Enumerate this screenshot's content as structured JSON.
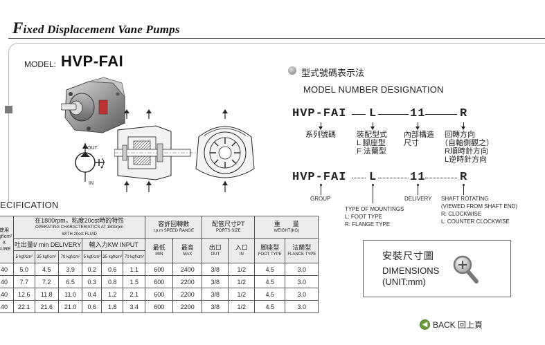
{
  "header": {
    "title_cap": "F",
    "title_rest": "ixed Displacement Vane Pumps"
  },
  "model": {
    "label": "MODEL:",
    "name": "HVP-FAI"
  },
  "designation": {
    "heading_zh": "型式號碼表示法",
    "heading_en": "MODEL NUMBER DESIGNATION",
    "code1": {
      "series": "HVP-FAI",
      "mount": "L",
      "size": "11",
      "rot": "R"
    },
    "labels_zh": {
      "series": "系列號碼",
      "mount": [
        "裝配型式",
        "L  腳座型",
        "F  法蘭型"
      ],
      "size": [
        "內部構造",
        "尺寸"
      ],
      "rot": [
        "回轉方向",
        "（自軸側觀之）",
        "R順時針方向",
        "L逆時針方向"
      ]
    },
    "code2": {
      "series": "HVP-FAI",
      "mount": "L",
      "size": "11",
      "rot": "R"
    },
    "labels_en": {
      "group": "GROUP",
      "mount": [
        "TYPE OF MOUNTINGS",
        "L: FOOT TYPE",
        "R: FLANGE TYPE"
      ],
      "delivery": "DELIVERY",
      "rot": [
        "SHAFT ROTATING",
        "(VIEWED FROM SHAFT END)",
        "R: CLOCKWISE",
        "L: COUNTER CLOCKWISE"
      ]
    }
  },
  "diagram_labels": {
    "out": "OUT",
    "in": "IN"
  },
  "spec": {
    "title": "ECIFICATION",
    "header": {
      "col0": [
        "使用",
        "kgf/cm²",
        "X",
        "SURE"
      ],
      "char_zh": "在1800rpm，粘度20cst時的特性",
      "char_en1": "OPERATING CHARACTERISTICS AT 1800rpm",
      "char_en2": "WITH 20cst FLUID",
      "delivery": "吐出量ℓ/ min  DELIVERY",
      "input": "輸入力KW   INPUT",
      "speed_zh": "容許回轉數",
      "speed_en": "r.p.m SPEED RANGE",
      "ports_zh": "配管尺寸PT",
      "ports_en": "PORTS SIZE",
      "weight_zh": "重　　量",
      "weight_en": "WEIGHT(KG)",
      "p5": "5 kgf/cm²",
      "p35": "35 kgf/cm²",
      "p70": "70 kgf/cm²",
      "min_zh": "最低",
      "min_en": "MIN",
      "max_zh": "最高",
      "max_en": "MAX",
      "out_zh": "出口",
      "out_en": "OUT",
      "in_zh": "入口",
      "in_en": "IN",
      "foot_zh": "腳座型",
      "foot_en": "FOOT TYPE",
      "flange_zh": "法蘭型",
      "flange_en": "FLANCE TYPE"
    },
    "rows": [
      [
        "40",
        "5.0",
        "4.5",
        "3.9",
        "0.2",
        "0.6",
        "1.1",
        "600",
        "2400",
        "3/8",
        "1/2",
        "4.5",
        "3.0"
      ],
      [
        "40",
        "7.7",
        "7.2",
        "6.5",
        "0.3",
        "0.8",
        "1.5",
        "600",
        "2200",
        "3/8",
        "1/2",
        "4.5",
        "3.0"
      ],
      [
        "40",
        "12.6",
        "11.8",
        "11.0",
        "0.4",
        "1.2",
        "2.1",
        "600",
        "2200",
        "3/8",
        "1/2",
        "4.5",
        "3.0"
      ],
      [
        "40",
        "22.1",
        "21.6",
        "21.0",
        "0.6",
        "1.8",
        "3.4",
        "600",
        "2200",
        "3/8",
        "1/2",
        "4.5",
        "3.0"
      ]
    ]
  },
  "dimensions": {
    "title_zh": "安裝尺寸圖",
    "title_en": "DIMENSIONS",
    "unit": "(UNIT:mm)"
  },
  "back": {
    "label": "BACK 回上頁"
  }
}
